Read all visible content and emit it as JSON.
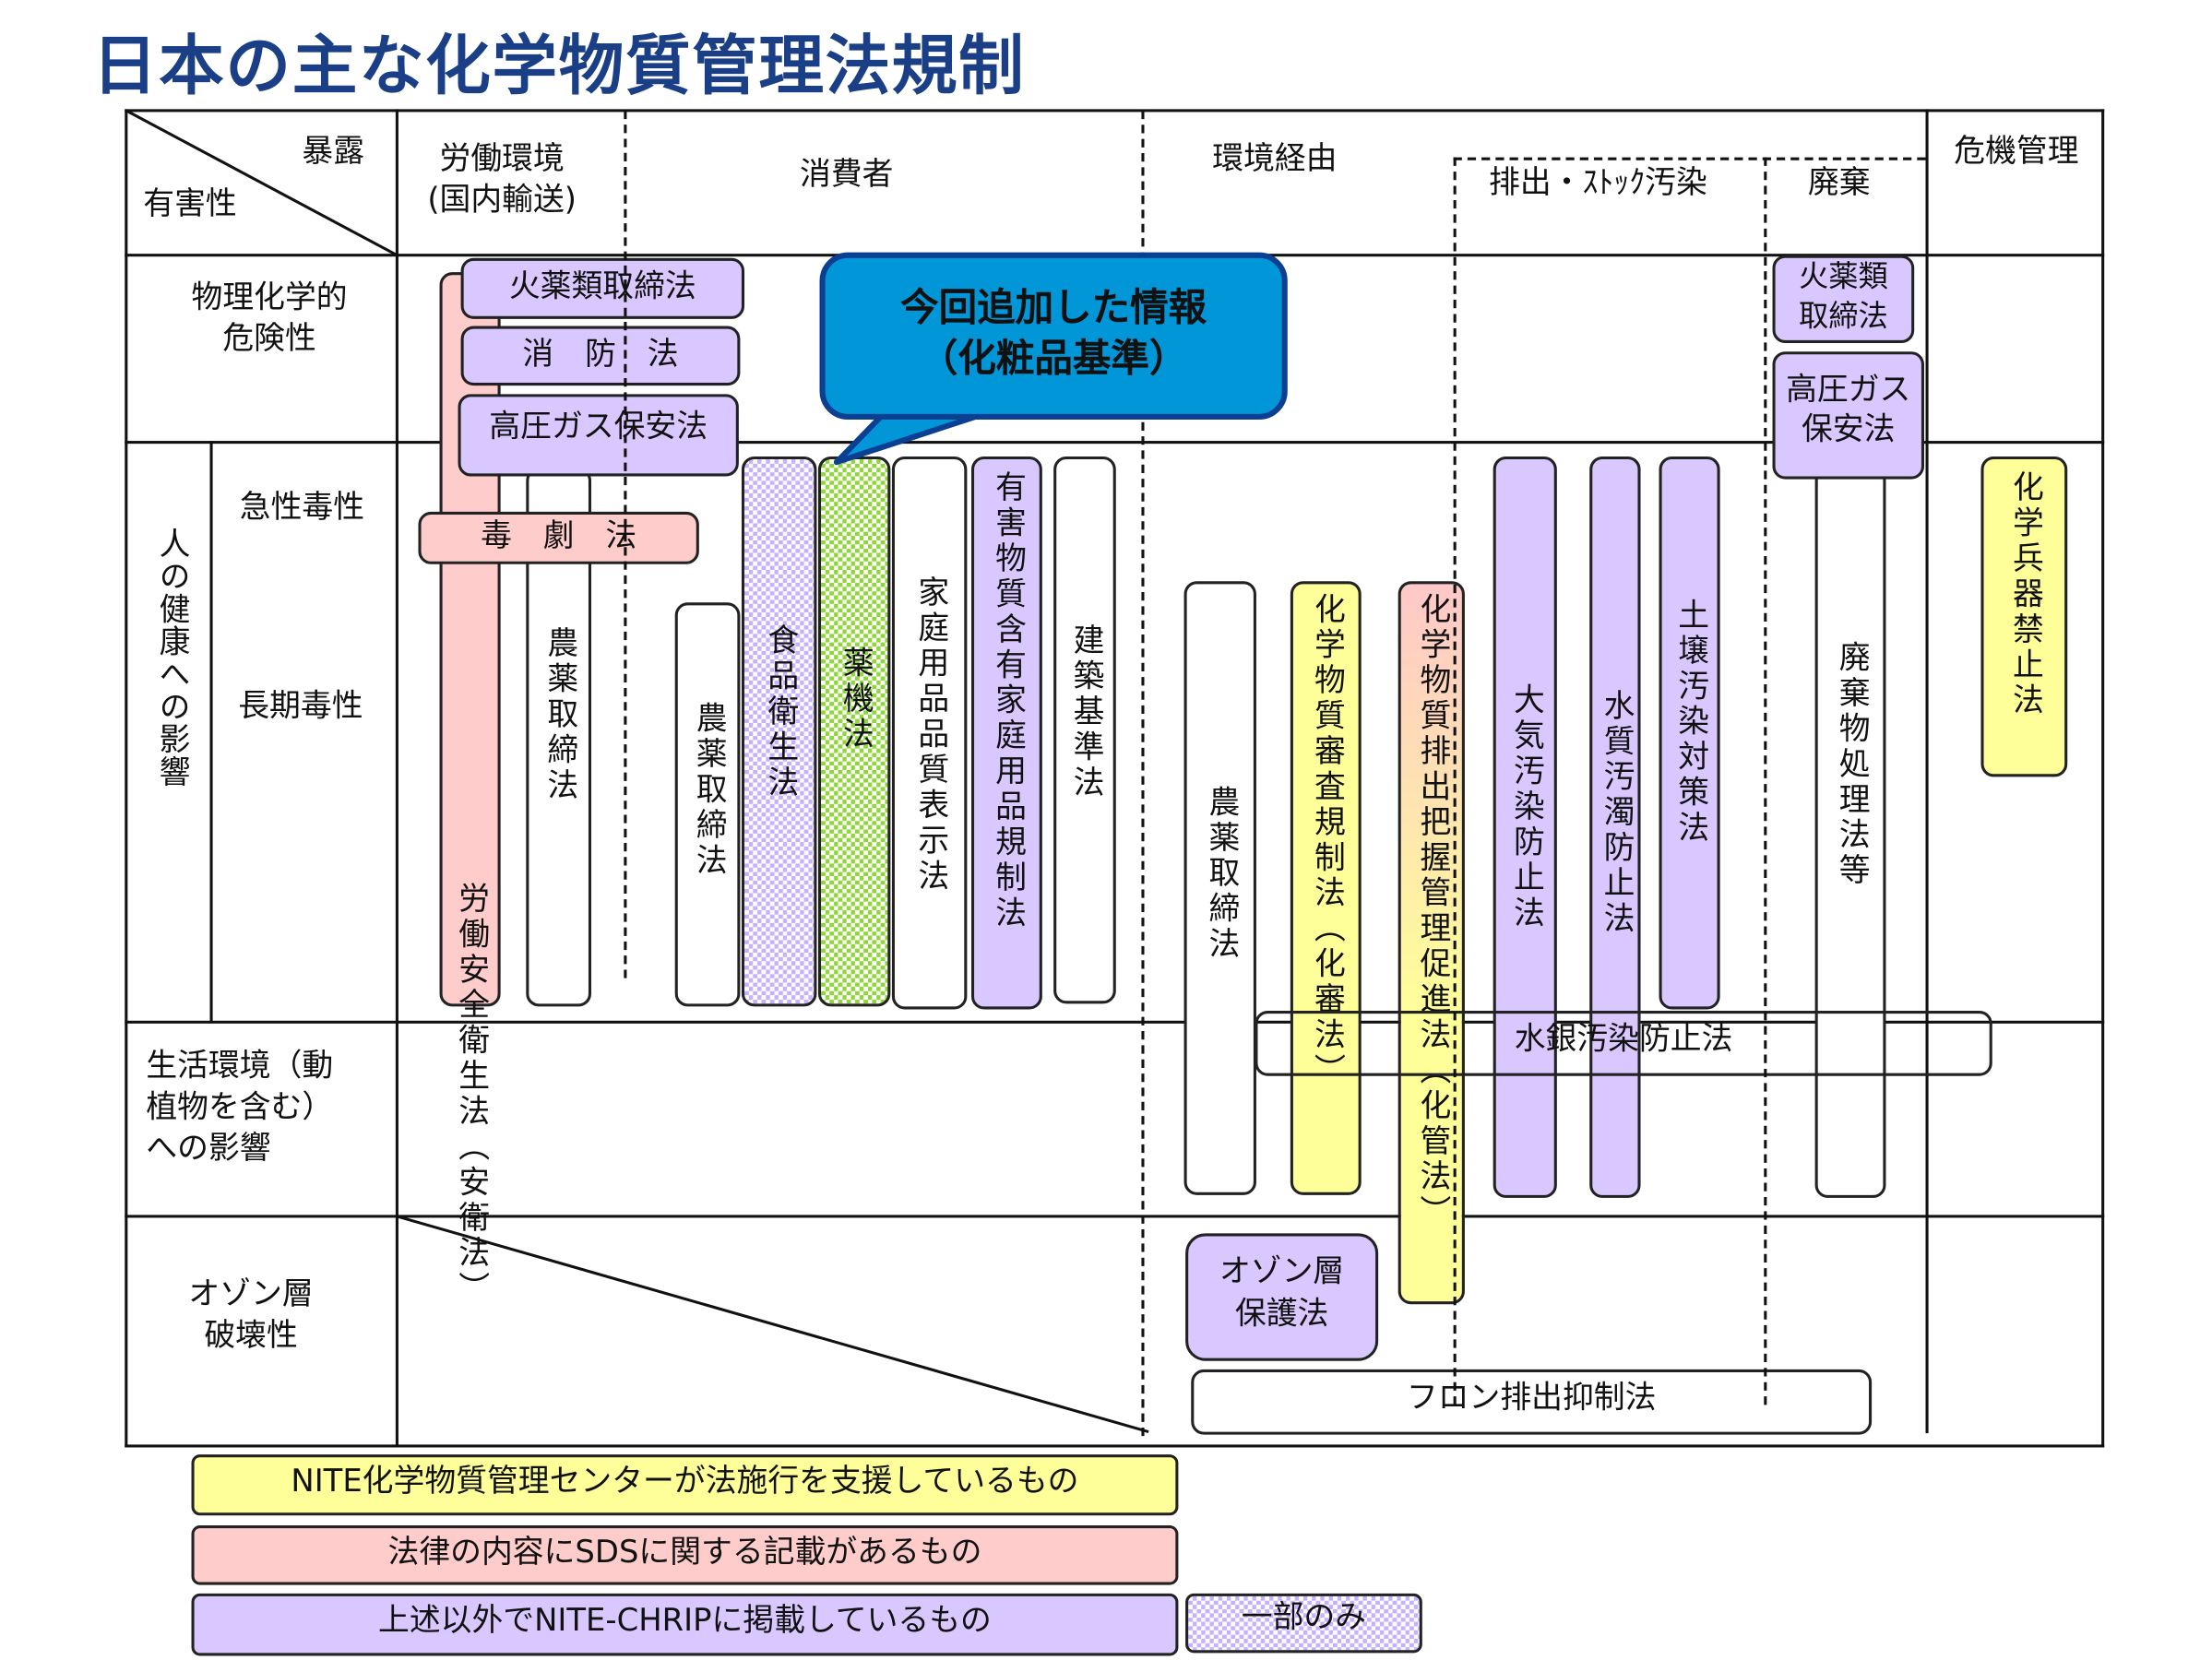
{
  "title": "日本の主な化学物質管理法規制",
  "header": {
    "exposure": "暴露",
    "hazard": "有害性",
    "labor_env_1": "労働環境",
    "labor_env_2": "(国内輸送)",
    "consumer": "消費者",
    "via_env": "環境経由",
    "emission": "排出・ｽﾄｯｸ汚染",
    "disposal": "廃棄",
    "crisis": "危機管理"
  },
  "rows": {
    "physchem_1": "物理化学的",
    "physchem_2": "危険性",
    "human_health": "人の健康への影響",
    "acute": "急性毒性",
    "chronic": "長期毒性",
    "living_1": "生活環境（動",
    "living_2": "植物を含む）",
    "living_3": "への影響",
    "ozone_1": "オゾン層",
    "ozone_2": "破壊性"
  },
  "laws": {
    "ish": "労働安全衛生法（安衛法）",
    "explosives": "火薬類取締法",
    "fire": "消　防　法",
    "hpgas": "高圧ガス保安法",
    "poison": "毒　劇　法",
    "agri1": "農薬取締法",
    "agri2": "農薬取締法",
    "food": "食品衛生法",
    "pmd": "薬機法",
    "household_label": "家庭用品品質表示法",
    "household_harm": "有害物質含有家庭用品規制法",
    "building": "建築基準法",
    "agri3": "農薬取締法",
    "cscl": "化学物質審査規制法（化審法）",
    "prtr": "化学物質排出把握管理促進法（化管法）",
    "air": "大気汚染防止法",
    "water": "水質汚濁防止法",
    "soil": "土壌汚染対策法",
    "mercury": "水銀汚染防止法",
    "explosives2_1": "火薬類",
    "explosives2_2": "取締法",
    "hpgas2_1": "高圧ガス",
    "hpgas2_2": "保安法",
    "waste": "廃棄物処理法等",
    "cwc": "化学兵器禁止法",
    "ozone_law_1": "オゾン層",
    "ozone_law_2": "保護法",
    "fluorocarbon": "フロン排出抑制法"
  },
  "callout": {
    "line1": "今回追加した情報",
    "line2": "（化粧品基準）"
  },
  "legend": {
    "yellow": "NITE化学物質管理センターが法施行を支援しているもの",
    "pink": "法律の内容にSDSに関する記載があるもの",
    "purple": "上述以外でNITE-CHRIPに掲載しているもの",
    "partial": "一部のみ"
  },
  "colors": {
    "title": "#1b3f86",
    "purple": "#d9c8ff",
    "pink": "#ffcccc",
    "yellow": "#ffff99",
    "green_check": "#8fd63a",
    "callout": "#0096d8",
    "callout_border": "#0b3f92"
  }
}
